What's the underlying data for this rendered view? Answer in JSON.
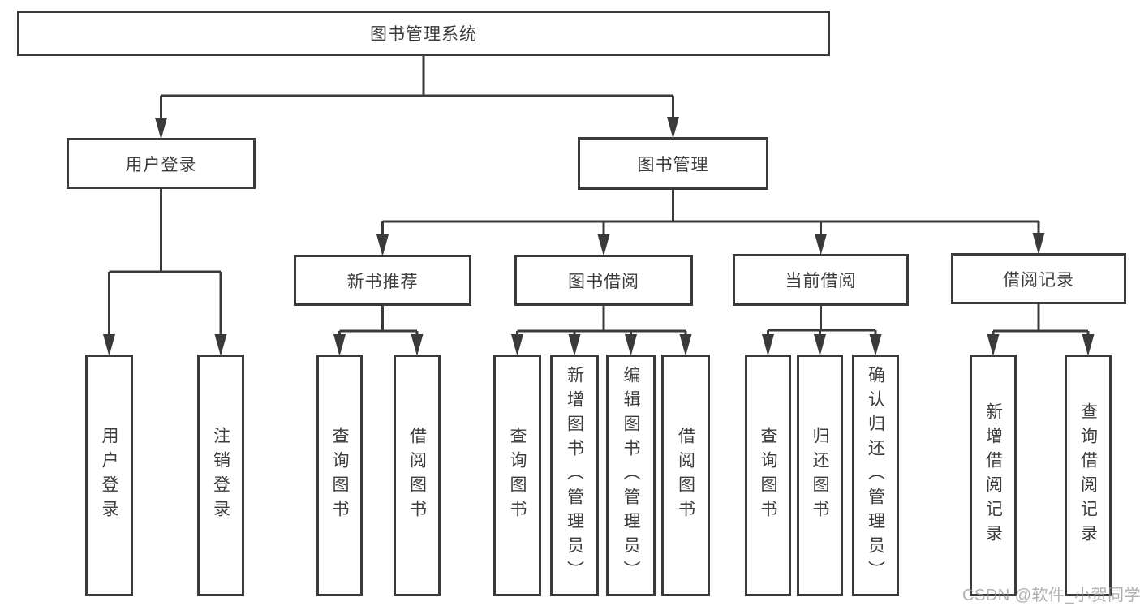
{
  "diagram": {
    "title": "图书管理系统",
    "watermark": "CSDN @软件_小贺同学"
  },
  "colors": {
    "line": "#3a3a3a",
    "box_border": "#3a3a3a",
    "box_background": "#ffffff",
    "text": "#3d3d3d",
    "watermark": "#b4b4b4"
  },
  "nodes": [
    {
      "id": "root",
      "label": "图书管理系统",
      "level": 1,
      "parent": null
    },
    {
      "id": "user-login",
      "label": "用户登录",
      "level": 2,
      "parent": "root"
    },
    {
      "id": "book-mgmt",
      "label": "图书管理",
      "level": 2,
      "parent": "root"
    },
    {
      "id": "new-book-rec",
      "label": "新书推荐",
      "level": 3,
      "parent": "book-mgmt"
    },
    {
      "id": "book-borrow",
      "label": "图书借阅",
      "level": 3,
      "parent": "book-mgmt"
    },
    {
      "id": "current-borrow",
      "label": "当前借阅",
      "level": 3,
      "parent": "book-mgmt"
    },
    {
      "id": "borrow-records",
      "label": "借阅记录",
      "level": 3,
      "parent": "book-mgmt"
    },
    {
      "id": "leaf-user-login",
      "label": "用户登录",
      "level": 4,
      "parent": "user-login"
    },
    {
      "id": "leaf-logout-login",
      "label": "注销登录",
      "level": 4,
      "parent": "user-login"
    },
    {
      "id": "leaf-search-book-rec",
      "label": "查询图书",
      "level": 4,
      "parent": "new-book-rec"
    },
    {
      "id": "leaf-borrow-book-rec",
      "label": "借阅图书",
      "level": 4,
      "parent": "new-book-rec"
    },
    {
      "id": "leaf-search-book-borrow",
      "label": "查询图书",
      "level": 4,
      "parent": "book-borrow"
    },
    {
      "id": "leaf-add-book",
      "label": "新增图书（管理员）",
      "level": 4,
      "parent": "book-borrow"
    },
    {
      "id": "leaf-edit-book",
      "label": "编辑图书（管理员）",
      "level": 4,
      "parent": "book-borrow"
    },
    {
      "id": "leaf-borrow-book",
      "label": "借阅图书",
      "level": 4,
      "parent": "book-borrow"
    },
    {
      "id": "leaf-search-book-current",
      "label": "查询图书",
      "level": 4,
      "parent": "current-borrow"
    },
    {
      "id": "leaf-return-book",
      "label": "归还图书",
      "level": 4,
      "parent": "current-borrow"
    },
    {
      "id": "leaf-confirm-return",
      "label": "确认归还（管理员）",
      "level": 4,
      "parent": "current-borrow"
    },
    {
      "id": "leaf-add-borrow-record",
      "label": "新增借阅记录",
      "level": 4,
      "parent": "borrow-records"
    },
    {
      "id": "leaf-search-borrow-record",
      "label": "查询借阅记录",
      "level": 4,
      "parent": "borrow-records"
    }
  ]
}
